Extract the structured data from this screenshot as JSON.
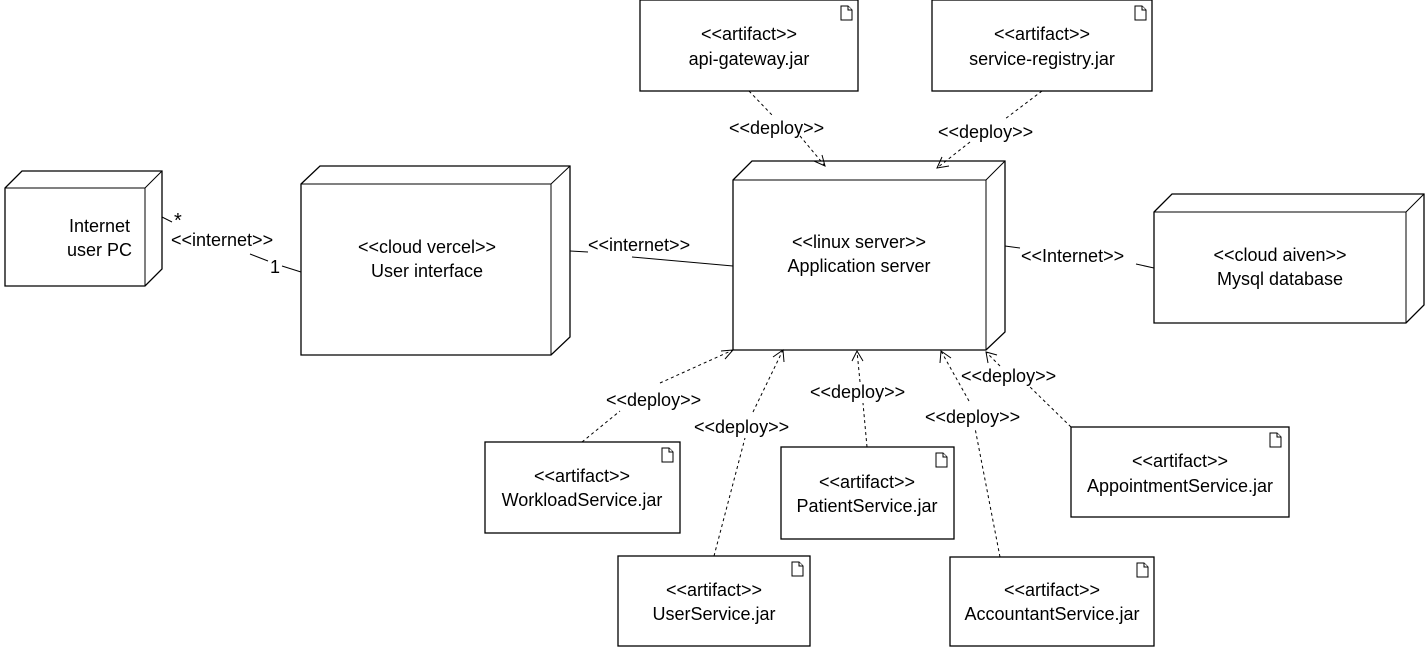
{
  "nodes": {
    "user_pc": {
      "line1": "Internet",
      "line2": "user PC"
    },
    "ui": {
      "stereotype": "<<cloud vercel>>",
      "name": "User interface"
    },
    "app": {
      "stereotype": "<<linux server>>",
      "name": "Application server"
    },
    "db": {
      "stereotype": "<<cloud aiven>>",
      "name": "Mysql database"
    }
  },
  "artifacts": {
    "api_gateway": {
      "stereotype": "<<artifact>>",
      "name": "api-gateway.jar"
    },
    "service_registry": {
      "stereotype": "<<artifact>>",
      "name": "service-registry.jar"
    },
    "workload": {
      "stereotype": "<<artifact>>",
      "name": "WorkloadService.jar"
    },
    "user": {
      "stereotype": "<<artifact>>",
      "name": "UserService.jar"
    },
    "patient": {
      "stereotype": "<<artifact>>",
      "name": "PatientService.jar"
    },
    "accountant": {
      "stereotype": "<<artifact>>",
      "name": "AccountantService.jar"
    },
    "appointment": {
      "stereotype": "<<artifact>>",
      "name": "AppointmentService.jar"
    }
  },
  "links": {
    "pc_ui": {
      "label": "<<internet>>",
      "mult_source": "*",
      "mult_target": "1"
    },
    "ui_app": {
      "label": "<<internet>>"
    },
    "app_db": {
      "label": "<<Internet>>"
    }
  },
  "deploy_label": "<<deploy>>",
  "icon_names": {
    "artifact": "document-icon"
  }
}
